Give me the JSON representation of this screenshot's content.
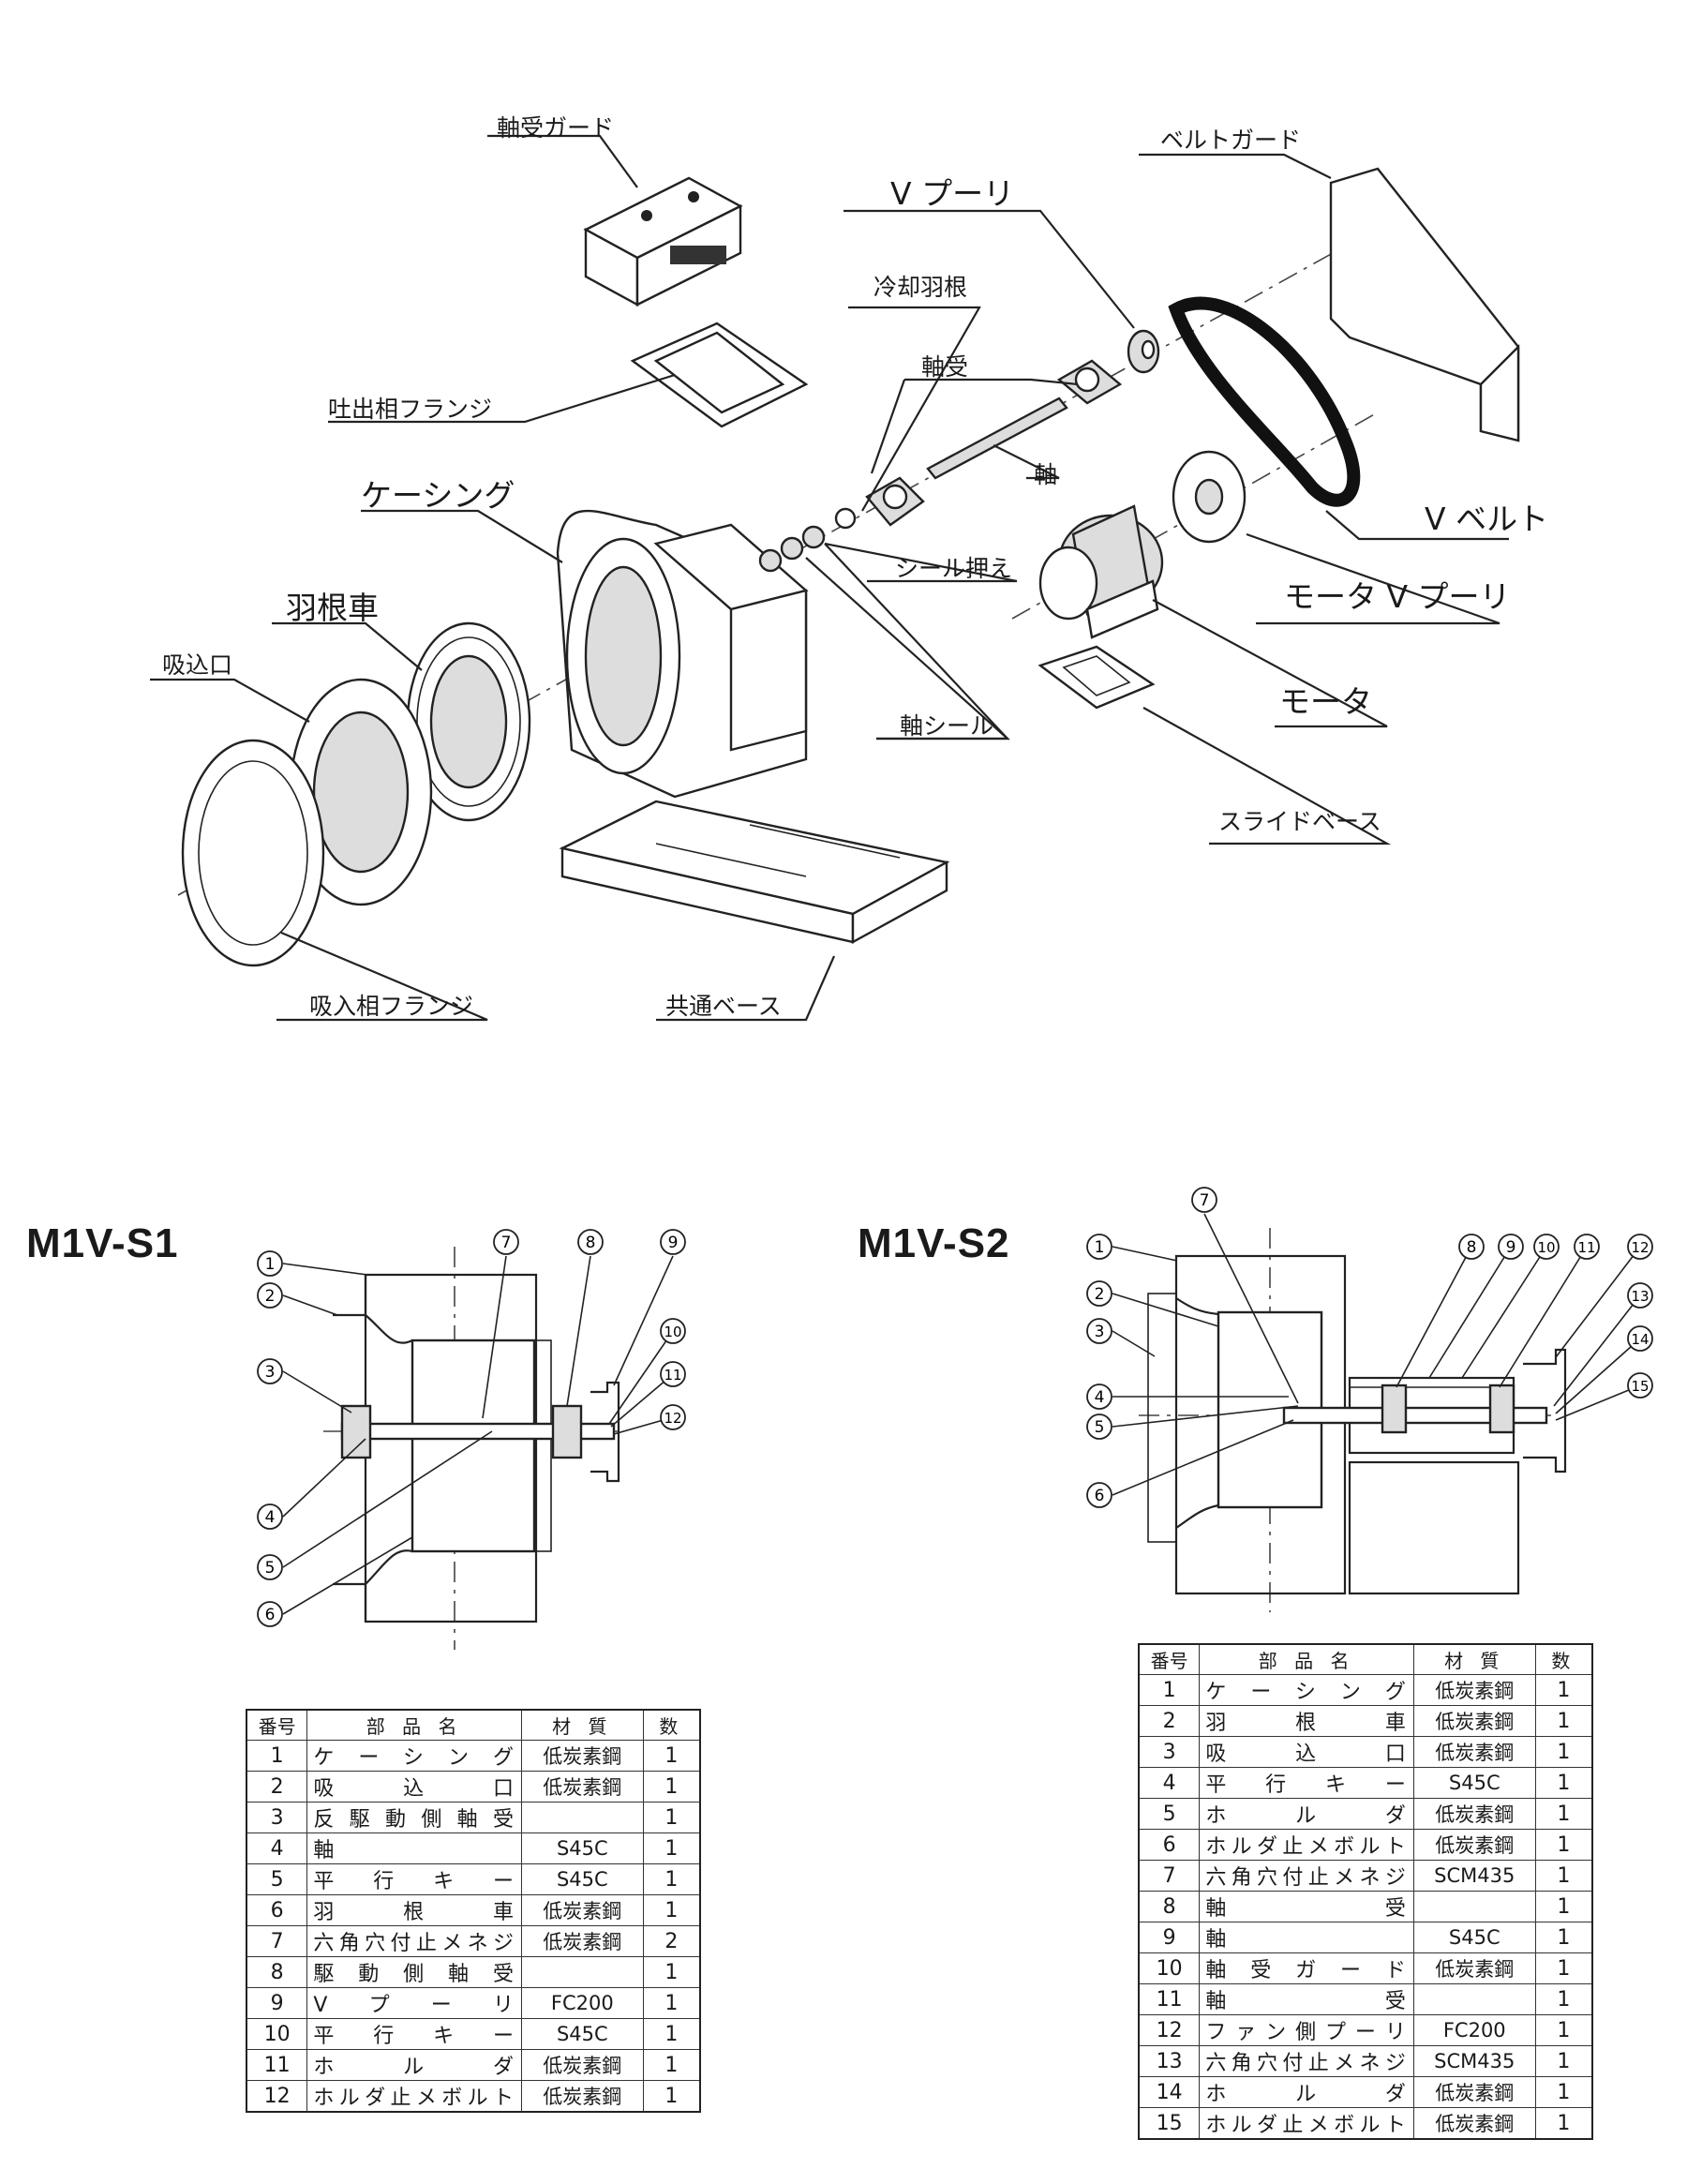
{
  "exploded_view": {
    "labels": {
      "bearing_guard": "軸受ガード",
      "discharge_flange": "吐出相フランジ",
      "casing": "ケーシング",
      "impeller": "羽根車",
      "inlet": "吸込口",
      "suction_flange": "吸入相フランジ",
      "common_base": "共通ベース",
      "cooling_fan": "冷却羽根",
      "bearing": "軸受",
      "shaft": "軸",
      "shaft_seal": "軸シール",
      "seal_retainer": "シール押え",
      "v_pulley": "V プーリ",
      "belt_guard": "ベルトガード",
      "v_belt": "V ベルト",
      "motor_v_pulley": "モータ V プーリ",
      "motor": "モータ",
      "slide_base": "スライドベース"
    }
  },
  "s1": {
    "model": "M1V-S1",
    "callouts": [
      "1",
      "2",
      "3",
      "4",
      "5",
      "6",
      "7",
      "8",
      "9",
      "10",
      "11",
      "12"
    ],
    "headers": [
      "番号",
      "部 品 名",
      "材 質",
      "数"
    ],
    "rows": [
      {
        "no": "1",
        "name": "ケーシング",
        "mat": "低炭素鋼",
        "qty": "1"
      },
      {
        "no": "2",
        "name": "吸込口",
        "mat": "低炭素鋼",
        "qty": "1"
      },
      {
        "no": "3",
        "name": "反駆動側軸受",
        "mat": "",
        "qty": "1"
      },
      {
        "no": "4",
        "name": "軸",
        "mat": "S45C",
        "qty": "1"
      },
      {
        "no": "5",
        "name": "平行キー",
        "mat": "S45C",
        "qty": "1"
      },
      {
        "no": "6",
        "name": "羽根車",
        "mat": "低炭素鋼",
        "qty": "1"
      },
      {
        "no": "7",
        "name": "六角穴付止メネジ",
        "mat": "低炭素鋼",
        "qty": "2"
      },
      {
        "no": "8",
        "name": "駆動側軸受",
        "mat": "",
        "qty": "1"
      },
      {
        "no": "9",
        "name": "Vプーリ",
        "mat": "FC200",
        "qty": "1"
      },
      {
        "no": "10",
        "name": "平行キー",
        "mat": "S45C",
        "qty": "1"
      },
      {
        "no": "11",
        "name": "ホルダ",
        "mat": "低炭素鋼",
        "qty": "1"
      },
      {
        "no": "12",
        "name": "ホルダ止メボルト",
        "mat": "低炭素鋼",
        "qty": "1"
      }
    ]
  },
  "s2": {
    "model": "M1V-S2",
    "callouts": [
      "1",
      "2",
      "3",
      "4",
      "5",
      "6",
      "7",
      "8",
      "9",
      "10",
      "11",
      "12",
      "13",
      "14",
      "15"
    ],
    "headers": [
      "番号",
      "部 品 名",
      "材 質",
      "数"
    ],
    "rows": [
      {
        "no": "1",
        "name": "ケーシング",
        "mat": "低炭素鋼",
        "qty": "1"
      },
      {
        "no": "2",
        "name": "羽根車",
        "mat": "低炭素鋼",
        "qty": "1"
      },
      {
        "no": "3",
        "name": "吸込口",
        "mat": "低炭素鋼",
        "qty": "1"
      },
      {
        "no": "4",
        "name": "平行キー",
        "mat": "S45C",
        "qty": "1"
      },
      {
        "no": "5",
        "name": "ホルダ",
        "mat": "低炭素鋼",
        "qty": "1"
      },
      {
        "no": "6",
        "name": "ホルダ止メボルト",
        "mat": "低炭素鋼",
        "qty": "1"
      },
      {
        "no": "7",
        "name": "六角穴付止メネジ",
        "mat": "SCM435",
        "qty": "1"
      },
      {
        "no": "8",
        "name": "軸受",
        "mat": "",
        "qty": "1"
      },
      {
        "no": "9",
        "name": "軸",
        "mat": "S45C",
        "qty": "1"
      },
      {
        "no": "10",
        "name": "軸受ガード",
        "mat": "低炭素鋼",
        "qty": "1"
      },
      {
        "no": "11",
        "name": "軸受",
        "mat": "",
        "qty": "1"
      },
      {
        "no": "12",
        "name": "ファン側プーリ",
        "mat": "FC200",
        "qty": "1"
      },
      {
        "no": "13",
        "name": "六角穴付止メネジ",
        "mat": "SCM435",
        "qty": "1"
      },
      {
        "no": "14",
        "name": "ホルダ",
        "mat": "低炭素鋼",
        "qty": "1"
      },
      {
        "no": "15",
        "name": "ホルダ止メボルト",
        "mat": "低炭素鋼",
        "qty": "1"
      }
    ]
  }
}
